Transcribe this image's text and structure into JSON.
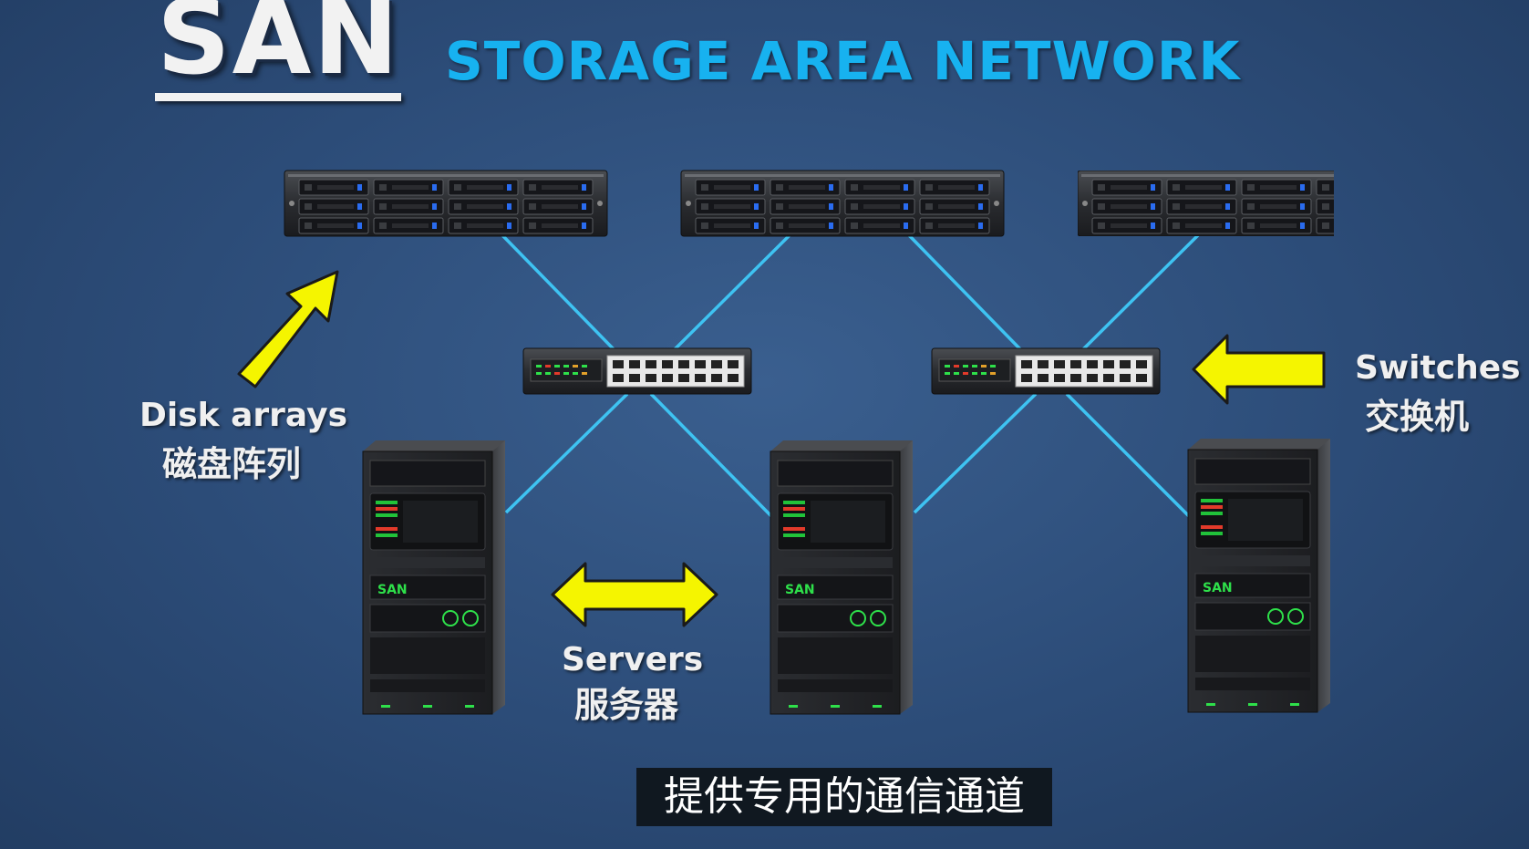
{
  "title": {
    "abbr": "SAN",
    "full": "STORAGE AREA NETWORK"
  },
  "labels": {
    "disk_arrays_en": "Disk arrays",
    "disk_arrays_cn": "磁盘阵列",
    "switches_en": "Switches",
    "switches_cn": "交换机",
    "servers_en": "Servers",
    "servers_cn": "服务器"
  },
  "subtitle": "提供专用的通信通道",
  "colors": {
    "background": "#2c4c78",
    "title_blue": "#17b2f0",
    "link_line": "#3ec3f2",
    "arrow_yellow": "#f5f500"
  },
  "icons": [
    "disk-array-icon",
    "network-switch-icon",
    "server-rack-icon",
    "yellow-arrow-icon",
    "double-arrow-icon"
  ]
}
